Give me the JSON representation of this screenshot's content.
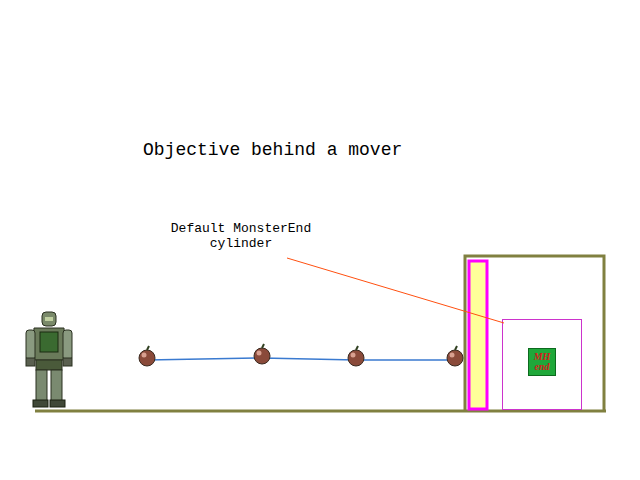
{
  "diagram": {
    "title": "Objective behind a mover",
    "nodes": [
      {
        "text": [
          "MH end"
        ]
      }
    ],
    "labels": [
      "Default MonsterEnd cylinder"
    ]
  }
}
